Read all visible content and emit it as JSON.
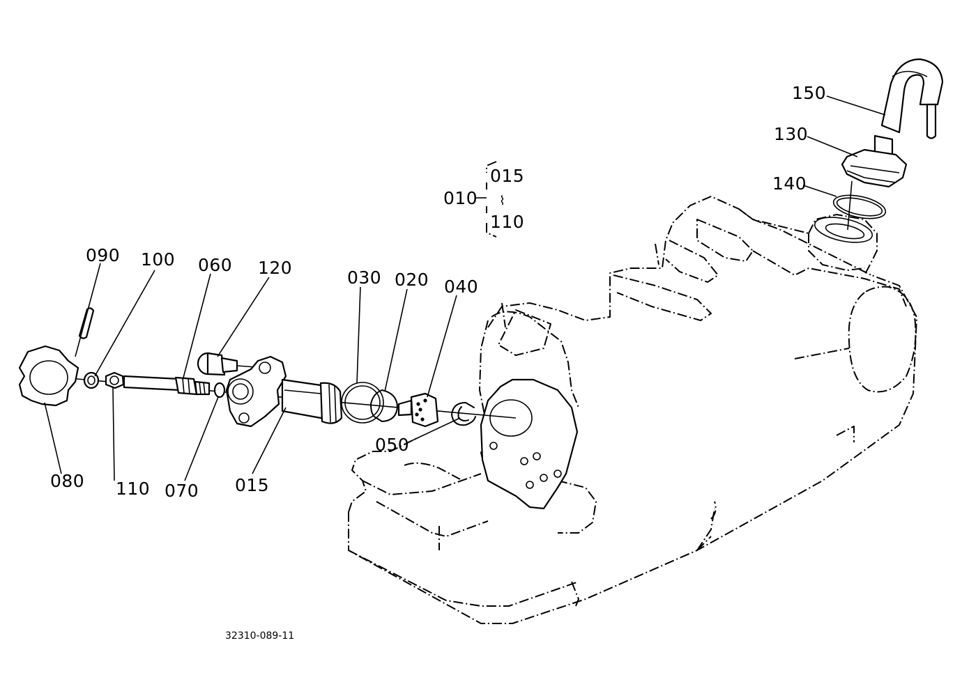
{
  "diagram": {
    "drawing_code": "32310-089-11",
    "parts": {
      "p010": "010",
      "p015_group": "015",
      "p110_group": "110",
      "p150": "150",
      "p130": "130",
      "p140": "140",
      "p090": "090",
      "p100": "100",
      "p060": "060",
      "p120": "120",
      "p030": "030",
      "p020": "020",
      "p040": "040",
      "p050": "050",
      "p080": "080",
      "p110": "110",
      "p070": "070",
      "p015": "015"
    },
    "group_range_mark": "⌇"
  }
}
